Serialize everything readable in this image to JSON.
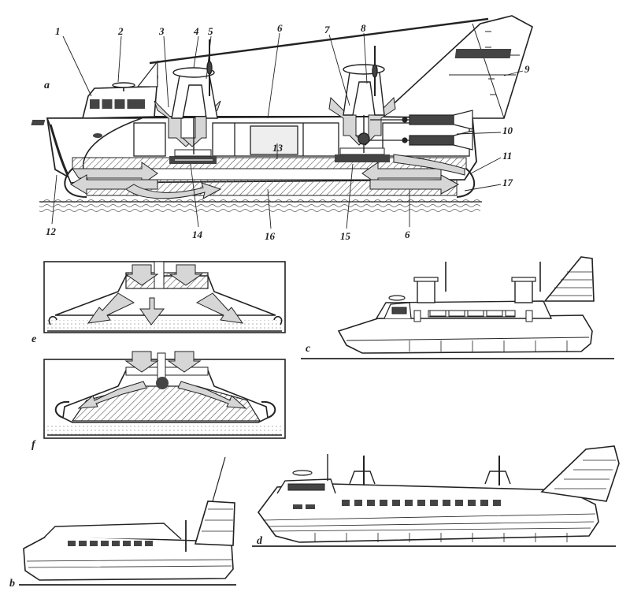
{
  "panels": {
    "a": "a",
    "b": "b",
    "c": "c",
    "d": "d",
    "e": "e",
    "f": "f"
  },
  "callouts": [
    "1",
    "2",
    "3",
    "4",
    "5",
    "6",
    "7",
    "8",
    "9",
    "10",
    "11",
    "17",
    "12",
    "14",
    "16",
    "13",
    "15",
    "6"
  ],
  "colors": {
    "ink": "#222222",
    "arrow_fill": "#d6d6d6",
    "hatch": "#555555",
    "paper": "#ffffff"
  }
}
